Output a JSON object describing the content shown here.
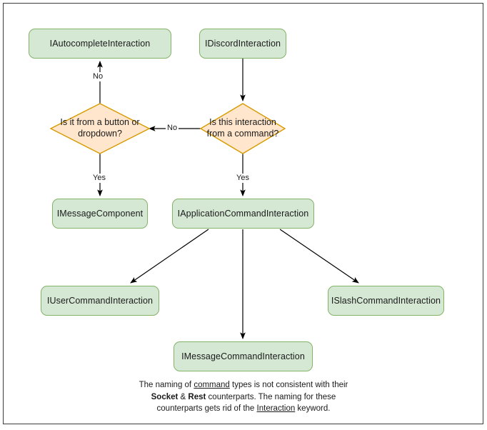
{
  "diagram": {
    "title": "Discord interaction type hierarchy flowchart",
    "colors": {
      "box_fill": "#d5e8d4",
      "box_stroke": "#82b366",
      "diamond_fill": "#ffe6cc",
      "diamond_stroke": "#d79b00",
      "edge_stroke": "#000000",
      "canvas_border": "#3c3c3c",
      "text": "#1a1a1a"
    },
    "nodes": [
      {
        "id": "autocomplete",
        "shape": "box",
        "label": "IAutocompleteInteraction"
      },
      {
        "id": "discord",
        "shape": "box",
        "label": "IDiscordInteraction"
      },
      {
        "id": "decision_component",
        "shape": "diamond",
        "label": "Is it from a button or dropdown?"
      },
      {
        "id": "decision_command",
        "shape": "diamond",
        "label": "Is this interaction from a command?"
      },
      {
        "id": "message_component",
        "shape": "box",
        "label": "IMessageComponent"
      },
      {
        "id": "application_command",
        "shape": "box",
        "label": "IApplicationCommandInteraction"
      },
      {
        "id": "user_command",
        "shape": "box",
        "label": "IUserCommandInteraction"
      },
      {
        "id": "message_command",
        "shape": "box",
        "label": "IMessageCommandInteraction"
      },
      {
        "id": "slash_command",
        "shape": "box",
        "label": "ISlashCommandInteraction"
      }
    ],
    "edge_labels": {
      "no_to_autocomplete": "No",
      "no_to_component_decision": "No",
      "yes_to_message_component": "Yes",
      "yes_to_application_command": "Yes"
    },
    "caption": {
      "line1_part1": "The naming of ",
      "line1_underlined": "command",
      "line1_part2": " types is not consistent with their",
      "line2_bold1": "Socket",
      "line2_amp": " & ",
      "line2_bold2": "Rest",
      "line2_rest": " counterparts. The naming for these",
      "line3_part1": "counterparts gets rid of the ",
      "line3_underlined": "Interaction",
      "line3_part2": " keyword."
    }
  }
}
